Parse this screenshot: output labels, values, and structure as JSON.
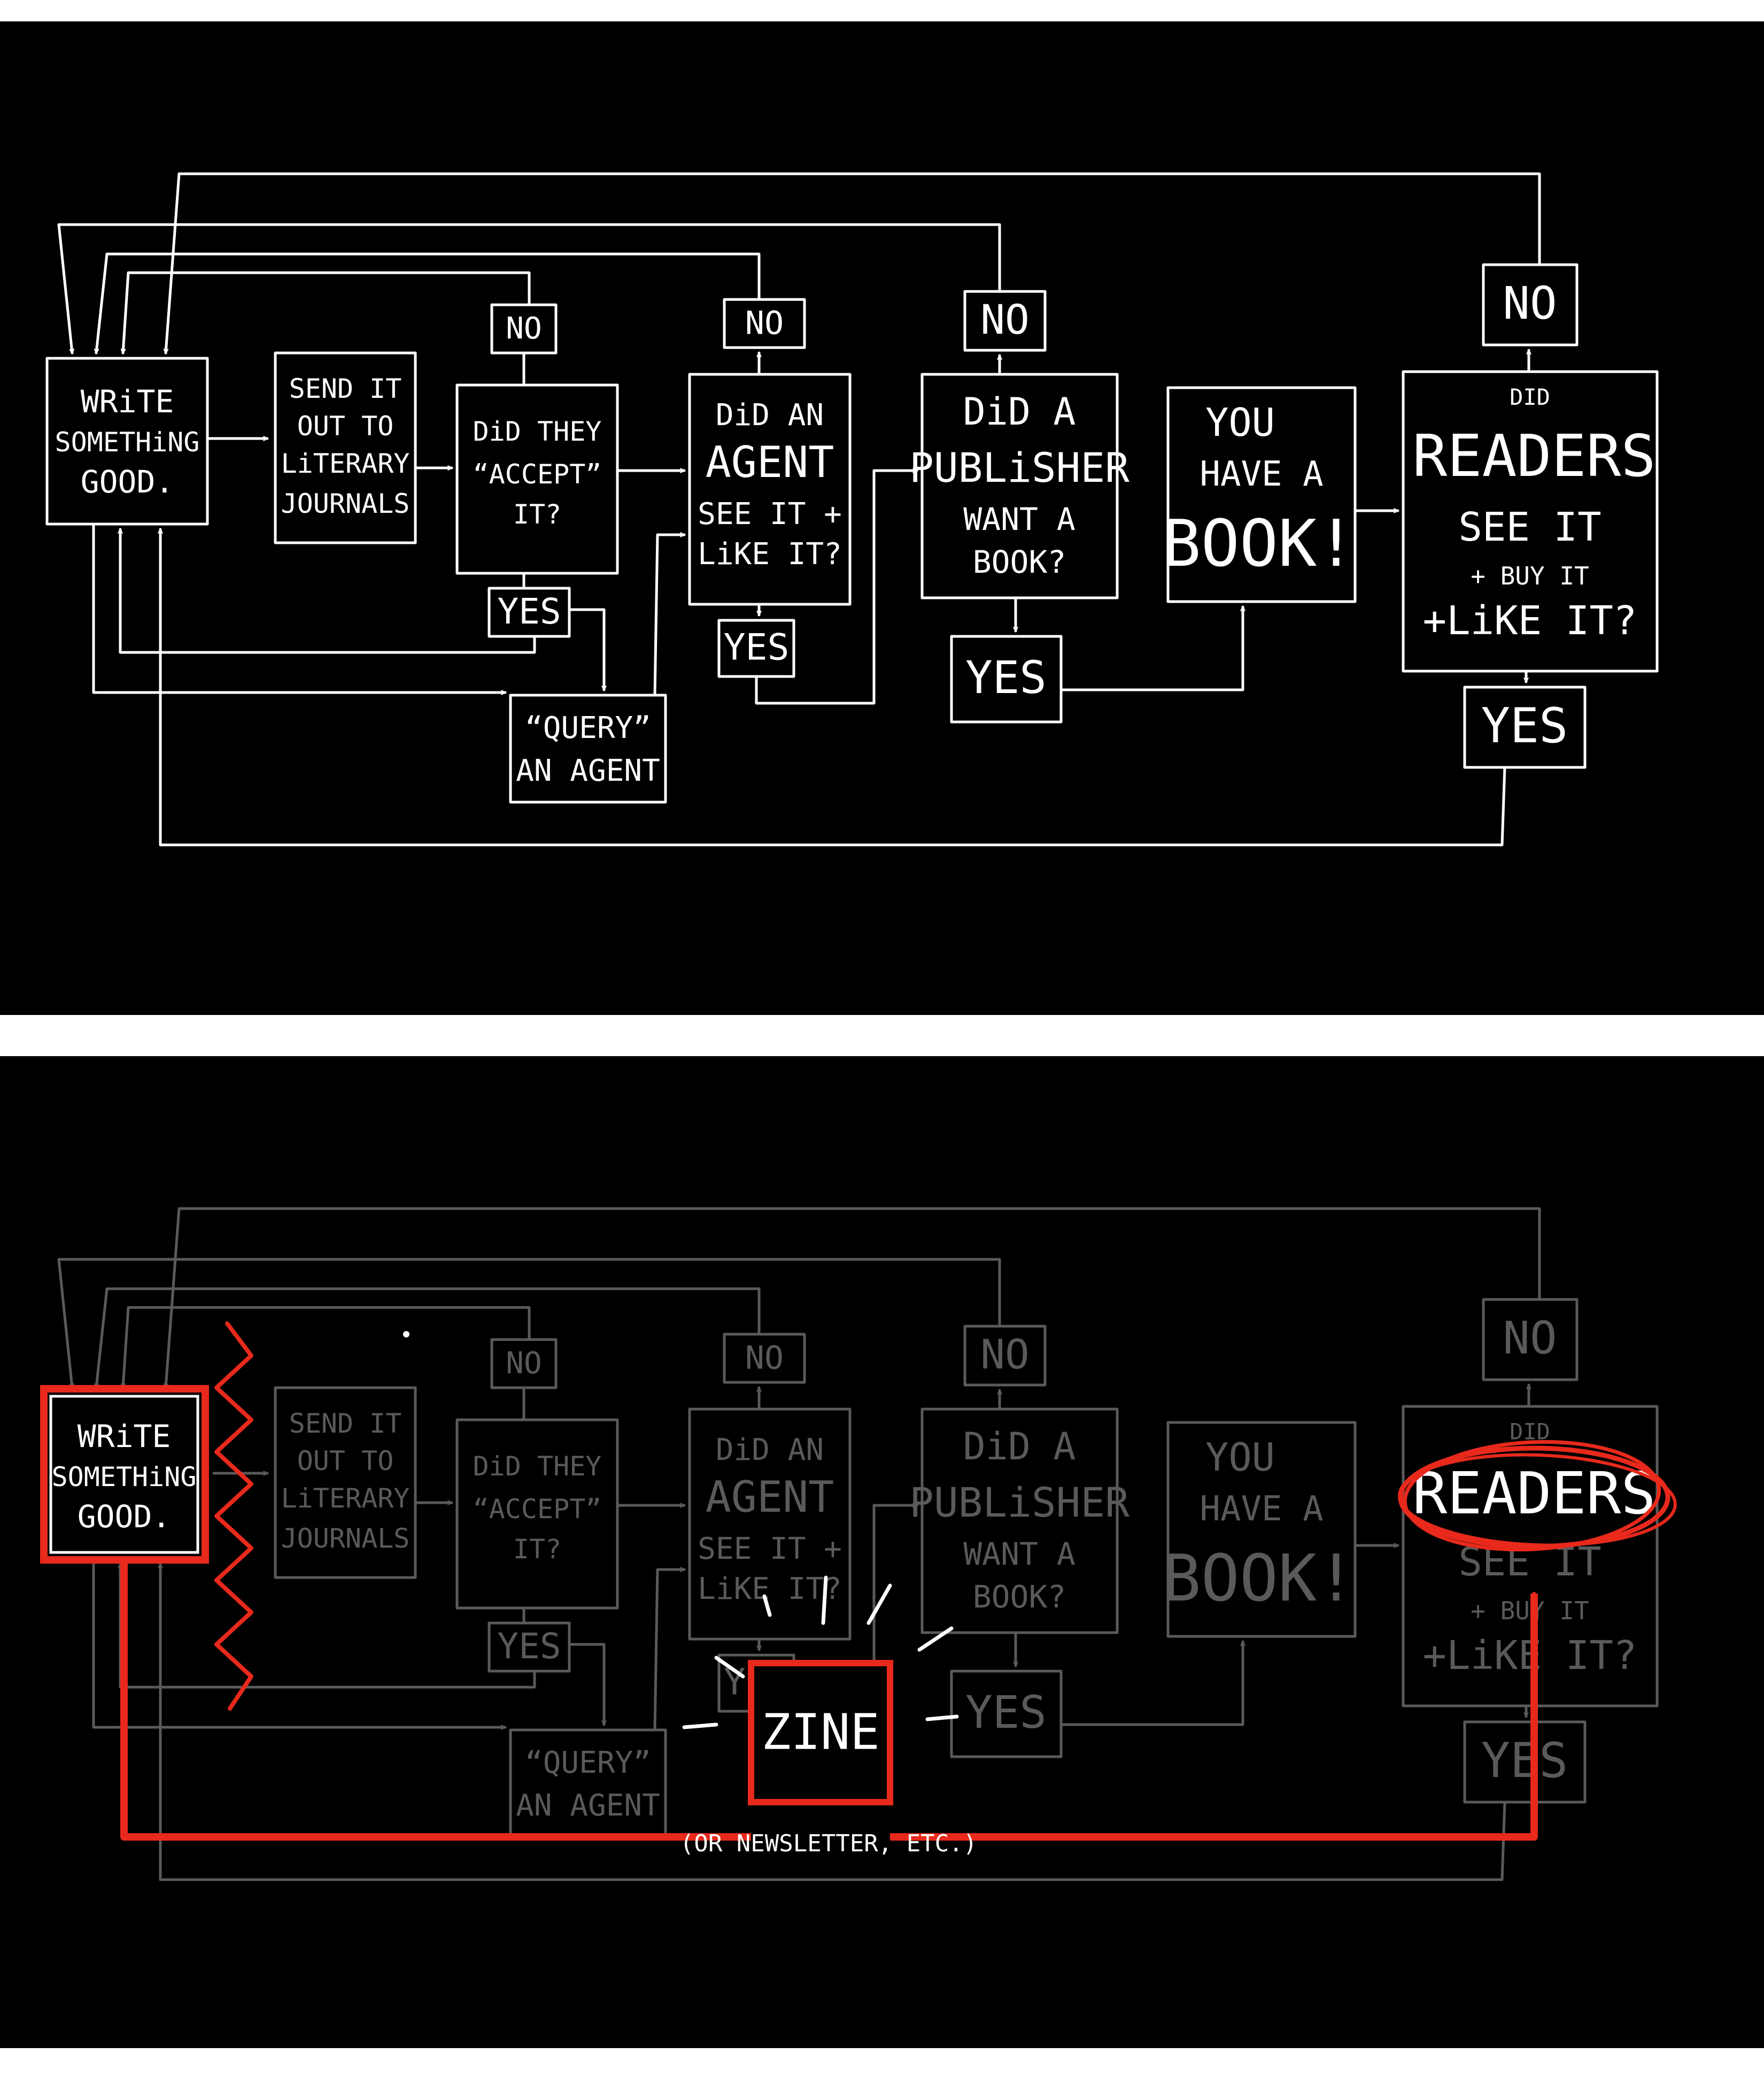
{
  "colors": {
    "background": "#000000",
    "page": "#ffffff",
    "line_primary": "#ffffff",
    "line_dimmed": "#5a5a5a",
    "highlight": "#e8291c"
  },
  "top_panel": {
    "nodes": {
      "write": [
        "WRiTE",
        "SOMETHiNG",
        "GOOD."
      ],
      "send": [
        "SEND IT",
        "OUT TO",
        "LiTERARY",
        "JOURNALS"
      ],
      "accept": [
        "DiD THEY",
        "“ACCEPT”",
        "IT?"
      ],
      "agent": [
        "DiD AN",
        "AGENT",
        "SEE IT +",
        "LiKE IT?"
      ],
      "publisher": [
        "DiD A",
        "PUBLiSHER",
        "WANT A",
        "BOOK?"
      ],
      "book": [
        "YOU",
        "HAVE A",
        "BOOK!"
      ],
      "readers": [
        "DID",
        "READERS",
        "SEE IT",
        "+ BUY IT",
        "+LiKE IT?"
      ],
      "query": [
        "“QUERY”",
        "AN AGENT"
      ],
      "no_accept": "NO",
      "yes_accept": "YES",
      "no_agent": "NO",
      "yes_agent": "YES",
      "no_publisher": "NO",
      "yes_publisher": "YES",
      "no_readers": "NO",
      "yes_readers": "YES"
    }
  },
  "bottom_panel": {
    "nodes": {
      "write": [
        "WRiTE",
        "SOMETHiNG",
        "GOOD."
      ],
      "send": [
        "SEND IT",
        "OUT TO",
        "LiTERARY",
        "JOURNALS"
      ],
      "accept": [
        "DiD THEY",
        "“ACCEPT”",
        "IT?"
      ],
      "agent": [
        "DiD AN",
        "AGENT",
        "SEE IT +",
        "LiKE IT?"
      ],
      "publisher": [
        "DiD A",
        "PUBLiSHER",
        "WANT A",
        "BOOK?"
      ],
      "book": [
        "YOU",
        "HAVE A",
        "BOOK!"
      ],
      "readers_small_top": "DID",
      "readers_highlight": "READERS",
      "readers_rest": [
        "SEE IT",
        "+ BUY IT",
        "+LiKE IT?"
      ],
      "query": [
        "“QUERY”",
        "AN AGENT"
      ],
      "no_accept": "NO",
      "yes_accept": "YES",
      "no_agent": "NO",
      "yes_agent": "YES",
      "no_publisher": "NO",
      "yes_publisher": "YES",
      "no_readers": "NO",
      "yes_readers": "YES"
    },
    "zine_label": "ZINE",
    "zine_caption": "(OR NEWSLETTER, ETC.)"
  }
}
